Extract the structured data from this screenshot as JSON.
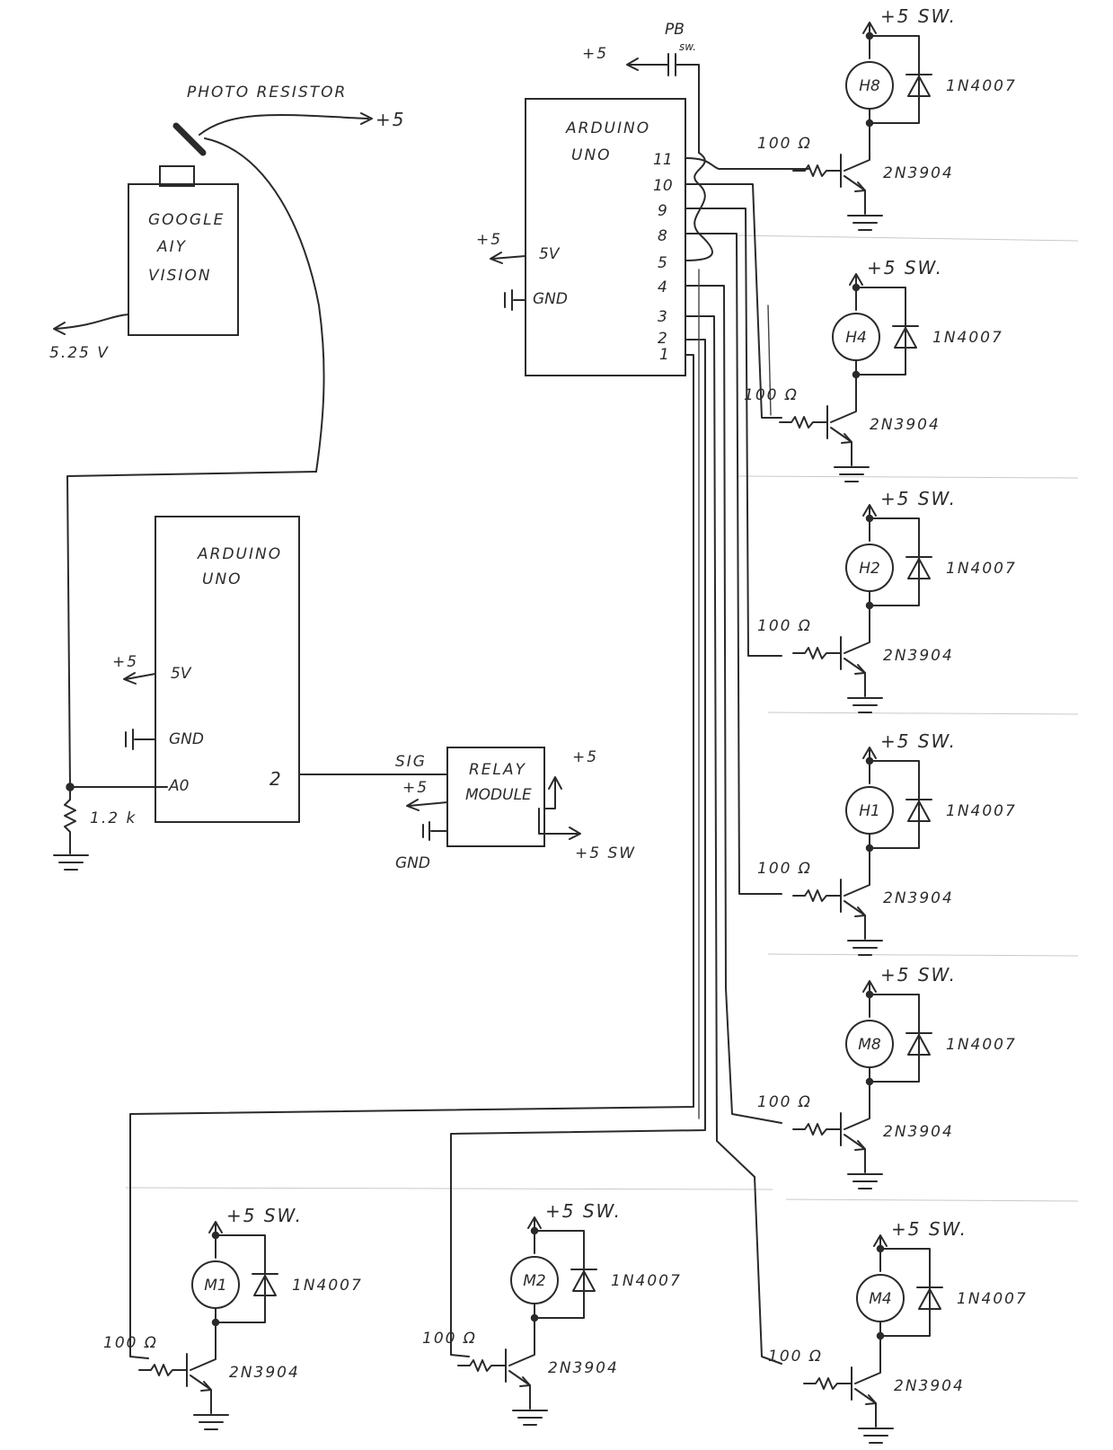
{
  "photo_resistor": "PHOTO RESISTOR",
  "plus5": "+5",
  "pb_sw": {
    "pb": "PB",
    "sw": "sw."
  },
  "google": {
    "line1": "GOOGLE",
    "line2": "AIY",
    "line3": "VISION",
    "supply": "5.25 V"
  },
  "uno1": {
    "line1": "ARDUINO",
    "line2": "UNO",
    "pins": [
      "11",
      "10",
      "9",
      "8",
      "5",
      "4",
      "3",
      "2",
      "1"
    ],
    "pwr_label": "5V",
    "gnd_label": "GND"
  },
  "uno2": {
    "line1": "ARDUINO",
    "line2": "UNO",
    "pwr_label": "5V",
    "gnd_label": "GND",
    "a0_label": "A0",
    "pin2_label": "2"
  },
  "resistor_12k": "1.2 k",
  "relay": {
    "line1": "RELAY",
    "line2": "MODULE",
    "sig": "SIG",
    "plus5": "+5",
    "gnd": "GND",
    "out_plus5": "+5",
    "out_sw": "+5 SW"
  },
  "stage": {
    "supply": "+5 SW.",
    "diode": "1N4007",
    "resistor": "100 Ω",
    "transistor": "2N3904"
  },
  "motors": [
    "H8",
    "H4",
    "H2",
    "H1",
    "M8",
    "M4",
    "M1",
    "M2"
  ]
}
